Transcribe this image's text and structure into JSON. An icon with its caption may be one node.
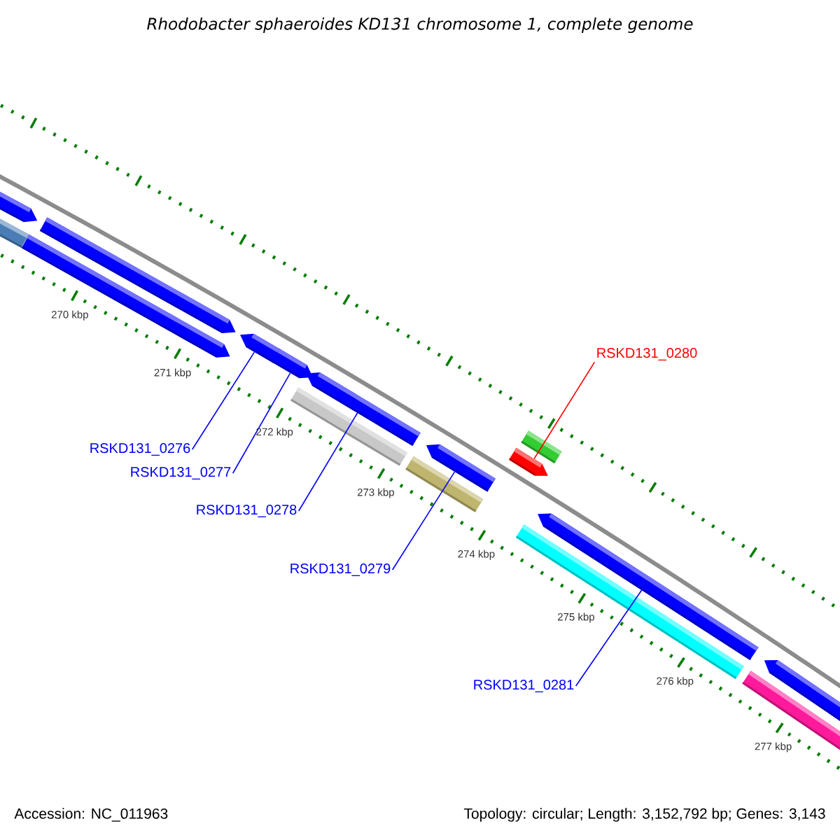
{
  "diagram": {
    "title": "Rhodobacter sphaeroides KD131 chromosome 1, complete genome",
    "nodes": [
      {
        "text": [
          "RSKD131_0276"
        ]
      },
      {
        "text": [
          "RSKD131_0277"
        ]
      },
      {
        "text": [
          "RSKD131_0278"
        ]
      },
      {
        "text": [
          "RSKD131_0279"
        ]
      },
      {
        "text": [
          "RSKD131_0280"
        ]
      },
      {
        "text": [
          "RSKD131_0281"
        ]
      },
      {
        "text": [],
        "shape": "box"
      },
      {
        "text": [],
        "shape": "box"
      },
      {
        "text": [],
        "shape": "box"
      },
      {
        "text": [],
        "shape": "box"
      },
      {
        "text": [],
        "shape": "box"
      },
      {
        "text": [],
        "shape": "box"
      },
      {
        "text": [],
        "shape": "box"
      },
      {
        "text": [],
        "shape": "box"
      },
      {
        "text": [],
        "shape": "box"
      },
      {
        "text": [],
        "shape": "box"
      },
      {
        "text": [],
        "shape": "box"
      },
      {
        "text": [],
        "shape": "box"
      },
      {
        "text": [],
        "shape": "box"
      },
      {
        "text": [],
        "shape": "box"
      },
      {
        "text": [],
        "shape": "box"
      },
      {
        "text": [],
        "shape": "box"
      }
    ],
    "edges": [
      {
        "from": 0,
        "to": 10,
        "arrow": "none"
      },
      {
        "from": 1,
        "to": 11,
        "arrow": "none"
      },
      {
        "from": 2,
        "to": 13,
        "arrow": "none"
      },
      {
        "from": 3,
        "to": 15,
        "arrow": "none"
      },
      {
        "from": 4,
        "to": 16,
        "arrow": "none",
        "color": "#ff0000"
      },
      {
        "from": 5,
        "to": 19,
        "arrow": "none"
      }
    ],
    "labels": [
      "270 kbp",
      "271 kbp",
      "272 kbp",
      "273 kbp",
      "274 kbp",
      "275 kbp",
      "276 kbp",
      "277 kbp",
      "Accession: NC_011963",
      "Topology: circular; Length: 3,152,792 bp; Genes: 3,143"
    ]
  }
}
